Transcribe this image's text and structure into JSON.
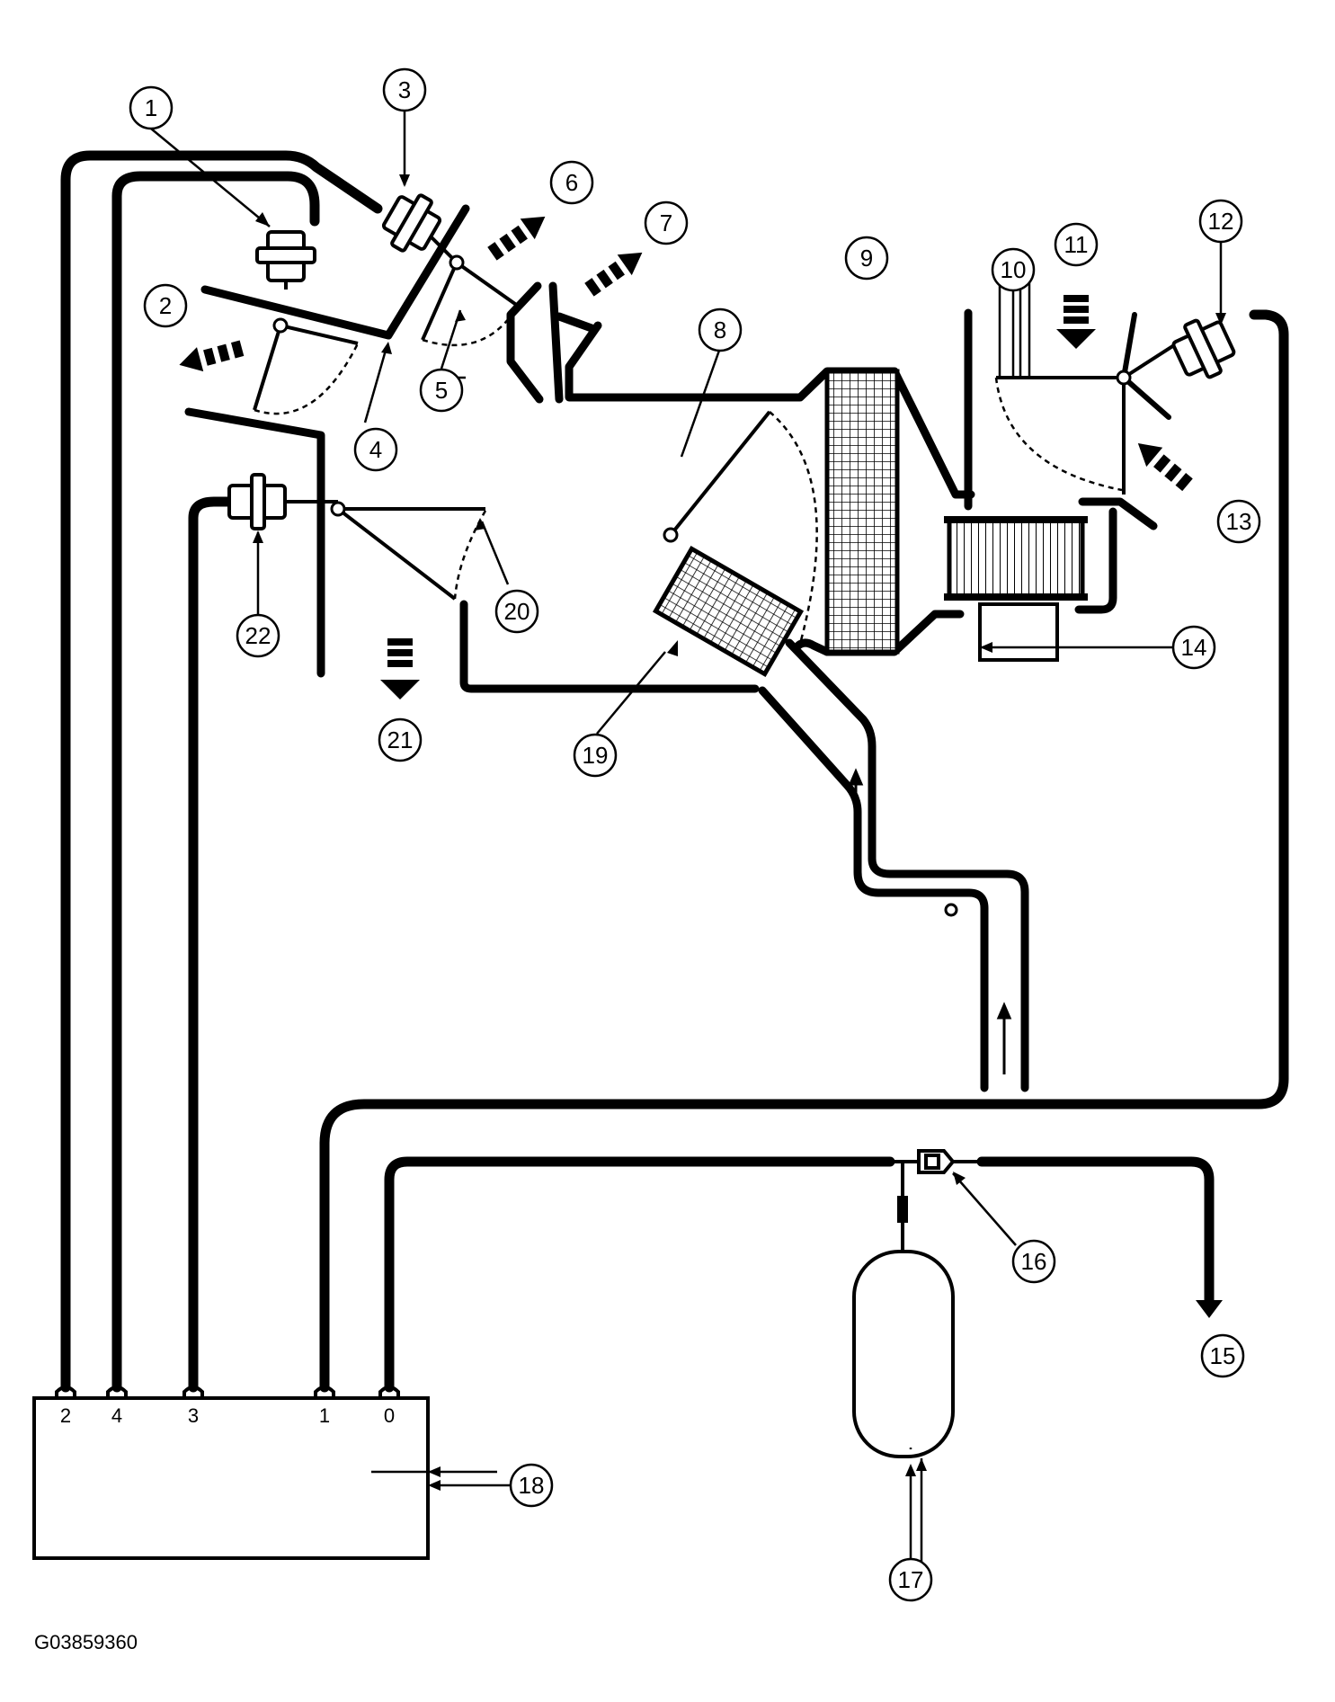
{
  "figure_id": "G03859360",
  "callouts": [
    "1",
    "2",
    "3",
    "4",
    "5",
    "6",
    "7",
    "8",
    "9",
    "10",
    "11",
    "12",
    "13",
    "14",
    "15",
    "16",
    "17",
    "18",
    "19",
    "20",
    "21",
    "22"
  ],
  "ports": [
    "2",
    "4",
    "3",
    "1",
    "0"
  ],
  "colors": {
    "line": "#000000",
    "background": "#ffffff"
  }
}
